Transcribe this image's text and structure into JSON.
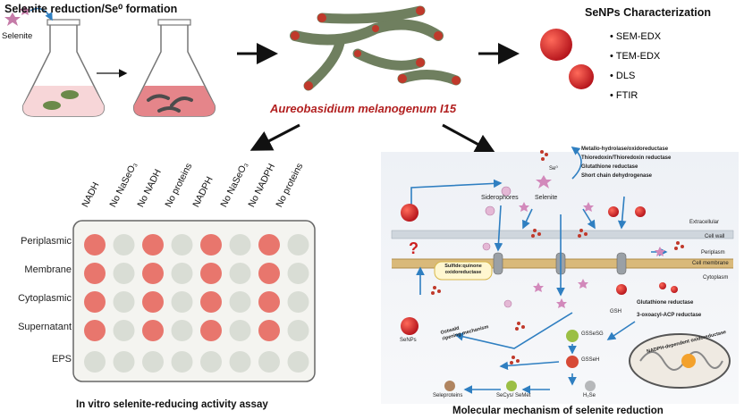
{
  "top": {
    "title": "Selenite reduction/Se⁰ formation",
    "selenite_label": "Selenite",
    "organism": "Aureobasidium melanogenum I15"
  },
  "characterization": {
    "title": "SeNPs Characterization",
    "items": [
      "SEM-EDX",
      "TEM-EDX",
      "DLS",
      "FTIR"
    ]
  },
  "assay": {
    "columns": [
      "NADH",
      "No NaSeO₃",
      "No NADH",
      "No proteins",
      "NADPH",
      "No NaSeO₃",
      "No NADPH",
      "No proteins"
    ],
    "rows": [
      "Periplasmic",
      "Membrane",
      "Cytoplasmic",
      "Supernatant",
      "EPS"
    ],
    "well_colors": {
      "positive": "#e8766d",
      "negative": "#d9ddd5"
    },
    "positive_pattern": [
      [
        1,
        0,
        1,
        0,
        1,
        0,
        1,
        0
      ],
      [
        1,
        0,
        1,
        0,
        1,
        0,
        1,
        0
      ],
      [
        1,
        0,
        1,
        0,
        1,
        0,
        1,
        0
      ],
      [
        1,
        0,
        1,
        0,
        1,
        0,
        1,
        0
      ],
      [
        0,
        0,
        0,
        0,
        0,
        0,
        0,
        0
      ]
    ],
    "caption": "In vitro selenite-reducing activity assay"
  },
  "mechanism": {
    "caption": "Molecular mechanism of selenite reduction",
    "labels": {
      "se0": "Se⁰",
      "siderophores": "Siderophores",
      "selenite": "Selenite",
      "extracellular": "Extracellular",
      "cell_wall": "Cell wall",
      "periplasm": "Periplasm",
      "cell_membrane": "Cell membrane",
      "cytoplasm": "Cytoplasm",
      "sqo": "Sulfide:quinone\noxidoreductase",
      "gsh": "GSH",
      "gssesg": "GSSeSG",
      "gssseh": "GSSeH",
      "h2se": "H₂Se",
      "secys": "SeCys/ SeMet",
      "seleproteins": "Seleproteins",
      "senps": "SeNPs",
      "ostwald": "Ostwald\nripening mechanism",
      "glutathione_reductase": "Glutathione reductase",
      "oxoacyl": "3-oxoacyl-ACP reductase",
      "nadph_dep": "NADPH-dependent oxidoreductase",
      "question": "?"
    },
    "enzymes": [
      "Metallo-hydrolase/oxidoreductase",
      "Thioredoxin/Thioredoxin reductase",
      "Glutathione reductase",
      "Short chain dehydrogenase"
    ]
  }
}
